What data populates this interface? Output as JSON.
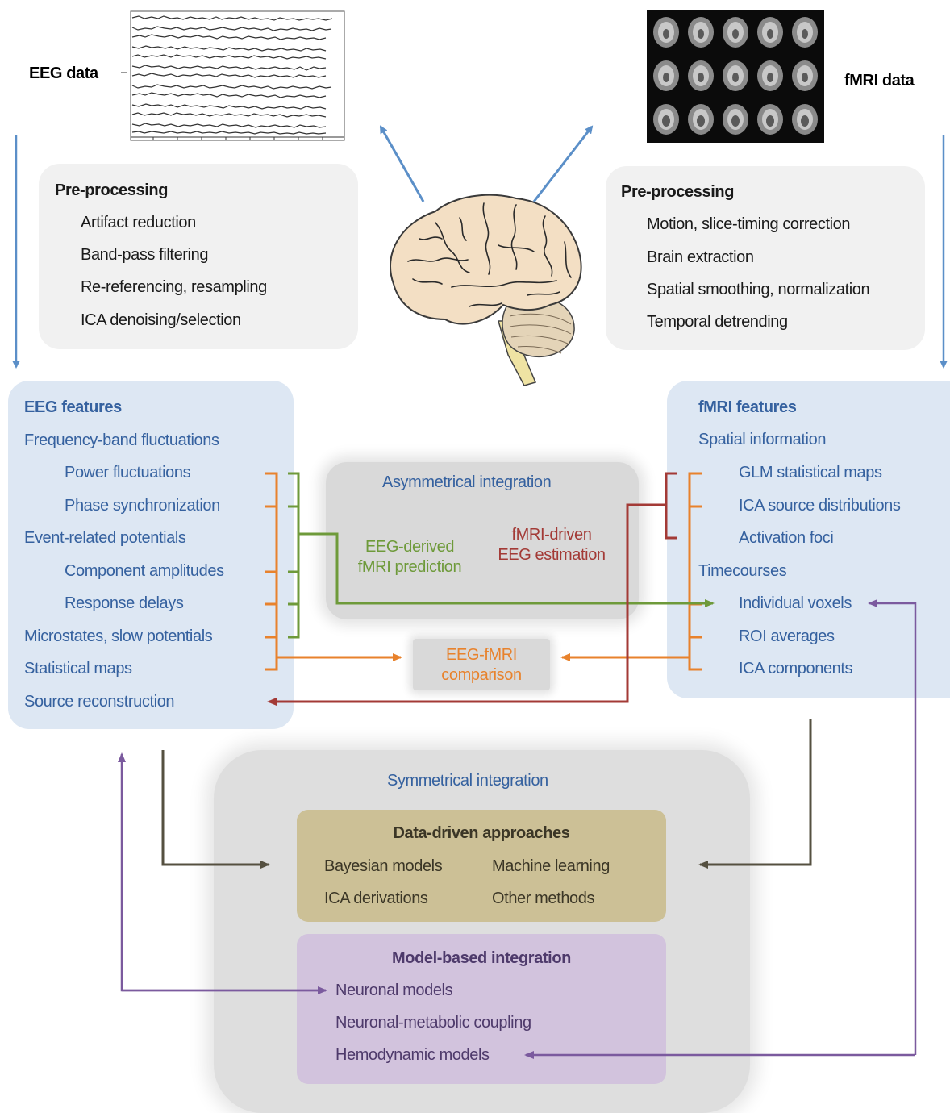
{
  "colors": {
    "eeg_branch": "#6e9a3a",
    "fmri_branch": "#a33a36",
    "comparison": "#e8822c",
    "data_driven": "#555040",
    "model_based": "#7b5a9e",
    "text_blue": "#35619f",
    "data_arrows": "#5b8fc8"
  },
  "eeg_data": {
    "label": "EEG data"
  },
  "fmri_data": {
    "label": "fMRI data"
  },
  "eeg_pre": {
    "title": "Pre-processing",
    "items": [
      "Artifact reduction",
      "Band-pass filtering",
      "Re-referencing, resampling",
      "ICA denoising/selection"
    ]
  },
  "fmri_pre": {
    "title": "Pre-processing",
    "items": [
      "Motion, slice-timing correction",
      "Brain extraction",
      "Spatial smoothing, normalization",
      "Temporal detrending"
    ]
  },
  "eeg_features": {
    "title": "EEG features",
    "items": [
      "Frequency-band fluctuations",
      "Power fluctuations",
      "Phase synchronization",
      "Event-related potentials",
      "Component amplitudes",
      "Response delays",
      "Microstates, slow potentials",
      "Statistical maps",
      "Source reconstruction"
    ]
  },
  "fmri_features": {
    "title": "fMRI features",
    "items": [
      "Spatial information",
      "GLM statistical maps",
      "ICA source distributions",
      "Activation foci",
      "Timecourses",
      "Individual voxels",
      "ROI averages",
      "ICA components"
    ]
  },
  "asym": {
    "title": "Asymmetrical integration",
    "eeg_derived": [
      "EEG-derived",
      "fMRI prediction"
    ],
    "fmri_driven": [
      "fMRI-driven",
      "EEG estimation"
    ]
  },
  "comparison": {
    "lines": [
      "EEG-fMRI",
      "comparison"
    ]
  },
  "sym": {
    "title": "Symmetrical integration"
  },
  "data_driven": {
    "title": "Data-driven approaches",
    "items": [
      "Bayesian models",
      "Machine learning",
      "ICA derivations",
      "Other methods"
    ]
  },
  "model_based": {
    "title": "Model-based integration",
    "items": [
      "Neuronal models",
      "Neuronal-metabolic coupling",
      "Hemodynamic models"
    ]
  }
}
